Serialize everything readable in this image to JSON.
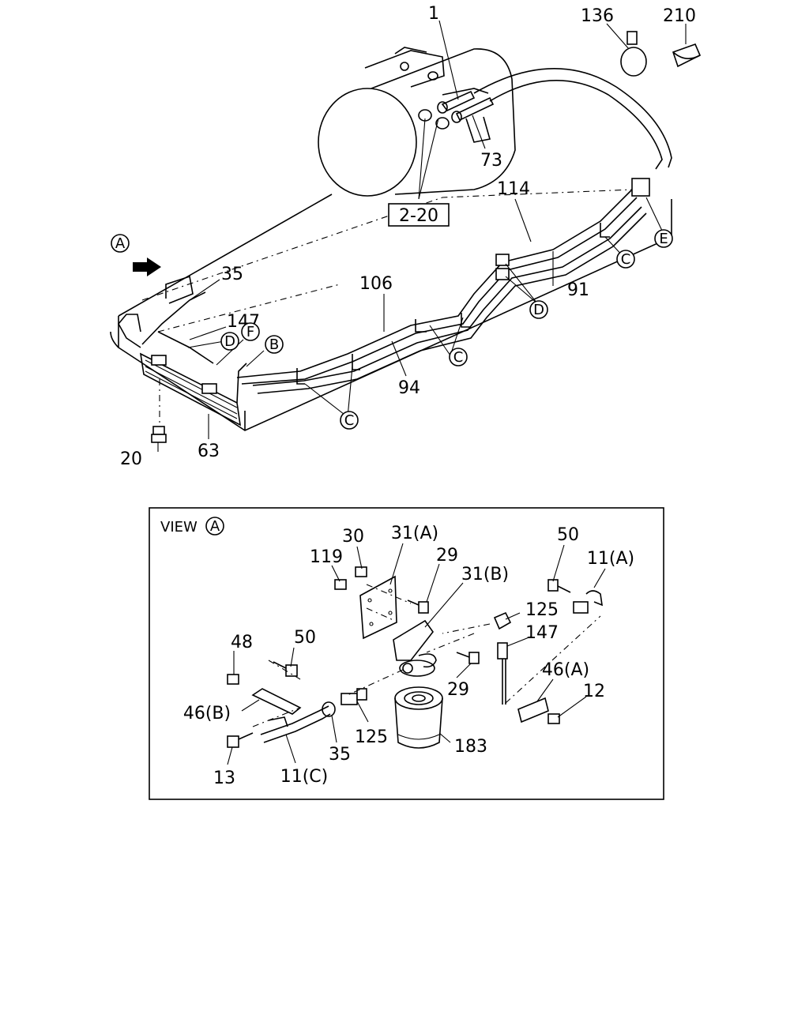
{
  "top_callouts": {
    "n1": "1",
    "n136": "136",
    "n210": "210",
    "n73": "73",
    "ref_box": "2-20",
    "n114": "114",
    "n35": "35",
    "n147": "147",
    "n106": "106",
    "n91": "91",
    "n94": "94",
    "n20": "20",
    "n63": "63"
  },
  "top_letters": {
    "A": "A",
    "B": "B",
    "C1": "C",
    "C2": "C",
    "C3": "C",
    "D1": "D",
    "D2": "D",
    "E": "E",
    "F": "F"
  },
  "view": {
    "prefix": "VIEW",
    "letter": "A",
    "callouts": {
      "n30": "30",
      "n31A": "31(A)",
      "n119": "119",
      "n29a": "29",
      "n31B": "31(B)",
      "n50a": "50",
      "n11A": "11(A)",
      "n125a": "125",
      "n147": "147",
      "n48": "48",
      "n50b": "50",
      "n46B": "46(B)",
      "n29b": "29",
      "n46A": "46(A)",
      "n12": "12",
      "n125b": "125",
      "n183": "183",
      "n13": "13",
      "n11C": "11(C)",
      "n35": "35"
    }
  }
}
